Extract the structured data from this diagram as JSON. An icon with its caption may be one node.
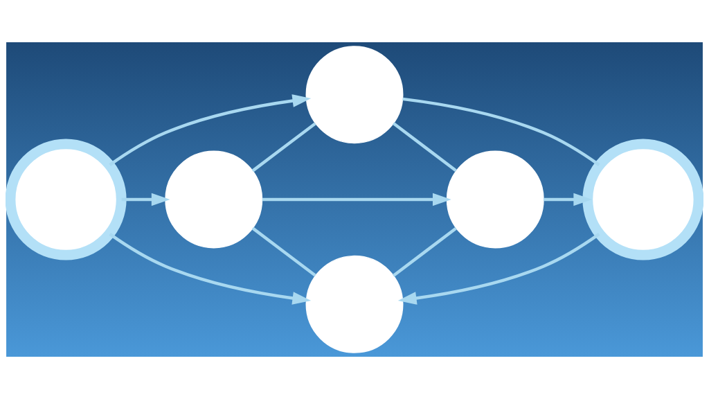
{
  "diagram": {
    "nodes": [
      {
        "text": [],
        "shape": "circle"
      },
      {
        "text": [],
        "shape": "circle"
      },
      {
        "text": [],
        "shape": "circle"
      },
      {
        "text": [],
        "shape": "circle"
      },
      {
        "text": [],
        "shape": "circle"
      },
      {
        "text": [],
        "shape": "circle"
      }
    ],
    "edges": [
      {
        "from": 0,
        "to": 1,
        "arrow": "to"
      },
      {
        "from": 1,
        "to": 5,
        "arrow": "none"
      },
      {
        "from": 0,
        "to": 2,
        "arrow": "to"
      },
      {
        "from": 2,
        "to": 3,
        "arrow": "to"
      },
      {
        "from": 3,
        "to": 5,
        "arrow": "to"
      },
      {
        "from": 0,
        "to": 4,
        "arrow": "to"
      },
      {
        "from": 5,
        "to": 4,
        "arrow": "to"
      },
      {
        "from": 2,
        "to": 1,
        "arrow": "none"
      },
      {
        "from": 1,
        "to": 3,
        "arrow": "none"
      },
      {
        "from": 2,
        "to": 4,
        "arrow": "none"
      },
      {
        "from": 4,
        "to": 3,
        "arrow": "none"
      }
    ]
  }
}
